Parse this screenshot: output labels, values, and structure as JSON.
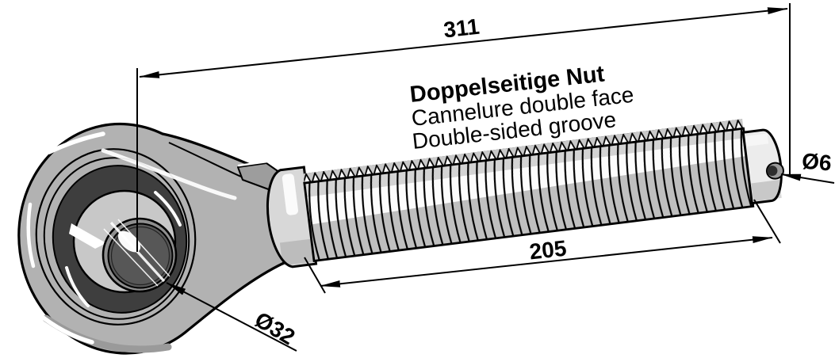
{
  "drawing": {
    "notes": {
      "de": "Doppelseitige Nut",
      "fr": "Cannelure double face",
      "en": "Double-sided groove"
    },
    "dimensions": {
      "overall_length": "311",
      "thread_length": "205",
      "bore_diameter": "Ø32",
      "pin_hole_diameter": "Ø6"
    },
    "colors": {
      "line": "#000000",
      "background": "#ffffff",
      "body_gray": "#b2b2b2",
      "facet_gray": "#9d9d9d",
      "collar_gray": "#d8d8d8",
      "seat_dark": "#3e3e3e",
      "ball_gray": "#c8c8c8",
      "bore_gray": "#8e8e8e",
      "cap_gray": "#ececec"
    }
  }
}
